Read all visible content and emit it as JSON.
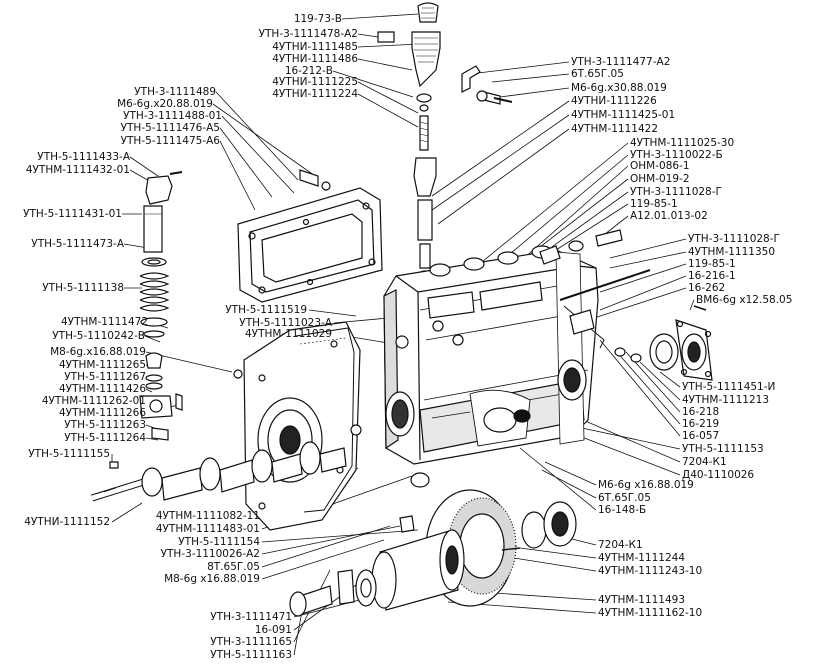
{
  "labels": {
    "top_left": [
      "119-73-В",
      "УТН-3-1111478-А2",
      "4УТНИ-1111485",
      "4УТНИ-1111486",
      "16-212-В",
      "4УТНИ-1111225",
      "4УТНИ-1111224"
    ],
    "upper_left": [
      "УТН-3-1111489",
      "М6-6g.х20.88.019",
      "УТН-3-1111488-01",
      "УТН-5-1111476-А5",
      "УТН-5-1111475-А6"
    ],
    "far_left": [
      "УТН-5-1111433-А",
      "4УТНМ-1111432-01",
      "УТН-5-1111431-01",
      "УТН-5-1111473-А",
      "УТН-5-1111138"
    ],
    "left_stack": [
      "4УТНМ-1111472",
      "УТН-5-1110242-В",
      "М8-6g.х16.88.019",
      "4УТНМ-1111265",
      "УТН-5-1111267",
      "4УТНМ-1111426",
      "4УТНМ-1111262-01",
      "4УТНМ-1111266",
      "УТН-5-1111263",
      "УТН-5-1111264",
      "УТН-5-1111155"
    ],
    "shaft": "4УТНИ-1111152",
    "center_left": [
      "УТН-5-1111519",
      "УТН-5-1111023-А",
      "4УТНМ-1111029"
    ],
    "top_right": [
      "УТН-3-1111477-А2",
      "6Т.65Г.05",
      "М6-6g.х30.88.019",
      "4УТНИ-1111226",
      "4УТНМ-1111425-01",
      "4УТНМ-1111422"
    ],
    "right_upper": [
      "4УТНМ-1111025-30",
      "УТН-3-1110022-Б",
      "ОНМ-086-1",
      "ОНМ-019-2",
      "УТН-3-1111028-Г",
      "119-85-1",
      "А12.01.013-02"
    ],
    "right_middle": [
      "УТН-3-1111028-Г",
      "4УТНМ-1111350",
      "119-85-1",
      "16-216-1",
      "16-262",
      "ВМ6-6g х12.58.05"
    ],
    "right_lower": [
      "УТН-5-1111451-И",
      "4УТНМ-1111213",
      "16-218",
      "16-219",
      "16-057",
      "УТН-5-1111153",
      "7204-К1",
      "Д40-1110026"
    ],
    "bottom_right_small": [
      "М6-6g х16.88.019",
      "6Т.65Г.05",
      "16-148-Б"
    ],
    "bottom_center": [
      "4УТНМ-1111082-11",
      "4УТНМ-1111483-01",
      "УТН-5-1111154",
      "УТН-3-1110026-А2",
      "8Т.65Г.05",
      "М8-6g х16.88.019"
    ],
    "bottom_right": [
      "7204-К1",
      "4УТНМ-1111244",
      "4УТНМ-1111243-10",
      "4УТНМ-1111493",
      "4УТНМ-1111162-10"
    ],
    "bottom_left": [
      "УТН-3-1111471",
      "16-091",
      "УТН-3-1111165",
      "УТН-5-1111163"
    ]
  }
}
